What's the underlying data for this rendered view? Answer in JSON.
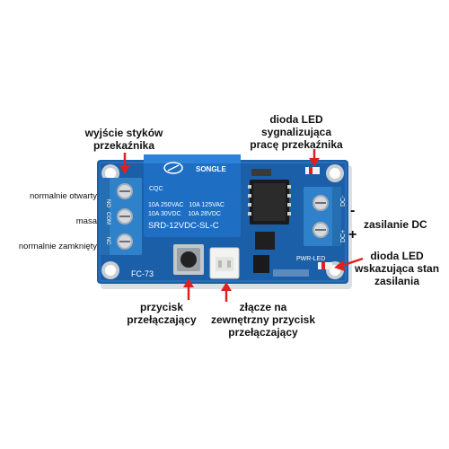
{
  "labels": {
    "relay_output": "wyjście styków\nprzekaźnika",
    "relay_led": "dioda LED\nsygnalizująca\npracę przekaźnika",
    "normally_open": "normalnie otwarty",
    "ground": "masa",
    "normally_closed": "normalnie zamknięty",
    "dc_supply": "zasilanie DC",
    "minus": "-",
    "plus": "+",
    "power_led": "dioda LED\nwskazująca stan\nzasilania",
    "toggle_button": "przycisk\nprzełączający",
    "ext_button_connector": "złącze na\nzewnętrzny przycisk\nprzełączający"
  },
  "board": {
    "relay_brand": "SONGLE",
    "relay_line1": "10A 250VAC   10A 125VAC",
    "relay_line2": "10A 30VDC    10A 28VDC",
    "relay_model": "SRD-12VDC-SL-C",
    "relay_cert": "CQC",
    "terminal_no": "NO",
    "terminal_com": "COM",
    "terminal_nc": "NC",
    "dc_minus": "DC-",
    "dc_plus": "DC+",
    "pwr_led": "PWR-LED",
    "model": "FC-73"
  },
  "colors": {
    "pcb": "#1b5fa8",
    "terminal": "#2f82c9",
    "relay": "#1e6fc4",
    "arrow": "#e0201c",
    "button": "#222222"
  }
}
